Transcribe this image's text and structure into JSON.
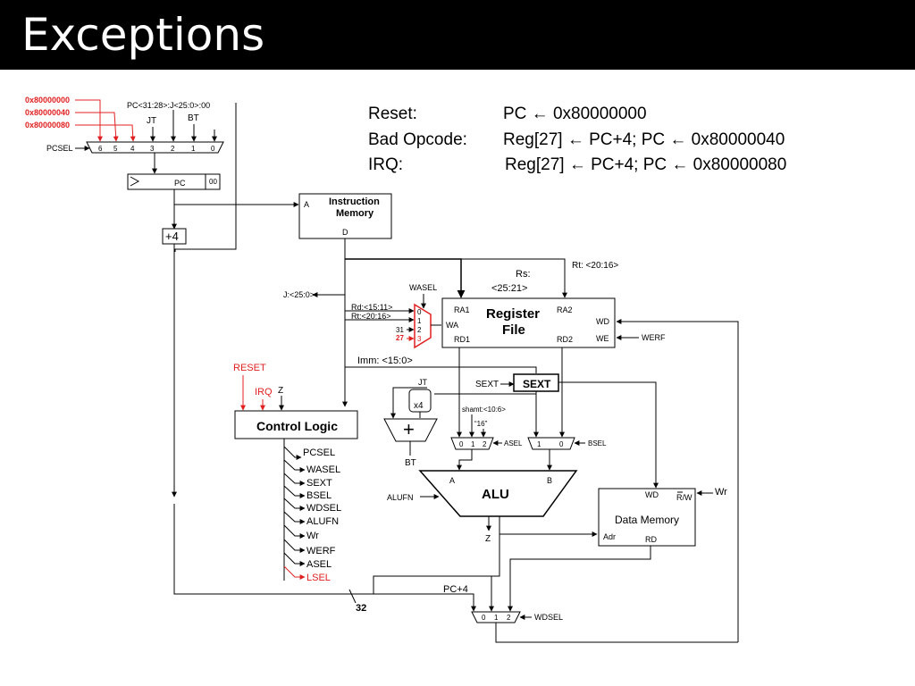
{
  "title": "Exceptions",
  "colors": {
    "title_bar": "#000000",
    "title_text": "#ffffff",
    "highlight": "#e02020",
    "wire": "#000000"
  },
  "exceptions": [
    {
      "name": "Reset:",
      "action": "PC ←  0x80000000"
    },
    {
      "name": "Bad Opcode:",
      "action": "Reg[27] ← PC+4;  PC ← 0x80000040"
    },
    {
      "name": "IRQ:",
      "action": "Reg[27] ← PC+4;  PC ← 0x80000080"
    }
  ],
  "pc_mux": {
    "inputs_red": [
      "0x80000000",
      "0x80000040",
      "0x80000080"
    ],
    "jump_label": "PC<31:28>:J<25:0>:00",
    "jt": "JT",
    "bt": "BT",
    "select": "PCSEL",
    "ports": [
      "6",
      "5",
      "4",
      "3",
      "2",
      "1",
      "0"
    ]
  },
  "pc_reg": {
    "label": "PC",
    "suffix": "00"
  },
  "plus4": "+4",
  "imem": {
    "title1": "Instruction",
    "title2": "Memory",
    "port_a": "A",
    "port_d": "D"
  },
  "field_labels": {
    "rt": "Rt: <20:16>",
    "rs1": "Rs:",
    "rs2": "<25:21>",
    "j": "J:<25:0>",
    "rd": "Rd:<15:11>",
    "rt2": "Rt:<20:16>",
    "n31": "31",
    "n27": "27",
    "imm": "Imm: <15:0>"
  },
  "wa_mux": {
    "select": "WASEL",
    "ports": [
      "0",
      "1",
      "2",
      "3"
    ]
  },
  "regfile": {
    "title1": "Register",
    "title2": "File",
    "ra1": "RA1",
    "ra2": "RA2",
    "wa": "WA",
    "wd": "WD",
    "rd1": "RD1",
    "rd2": "RD2",
    "we": "WE",
    "werf": "WERF"
  },
  "control": {
    "title": "Control Logic",
    "reset": "RESET",
    "irq": "IRQ",
    "z": "Z",
    "outputs": [
      "PCSEL",
      "WASEL",
      "SEXT",
      "BSEL",
      "WDSEL",
      "ALUFN",
      "Wr",
      "WERF",
      "ASEL",
      "LSEL"
    ]
  },
  "sext": {
    "label": "SEXT",
    "in_label": "SEXT"
  },
  "branch": {
    "jt": "JT",
    "x4": "x4",
    "plus": "+",
    "bt": "BT"
  },
  "asel_mux": {
    "shamt": "shamt:<10:6>",
    "sixteen": "“16”",
    "ports": [
      "0",
      "1",
      "2"
    ],
    "select": "ASEL"
  },
  "bsel_mux": {
    "ports": [
      "1",
      "0"
    ],
    "select": "BSEL"
  },
  "alu": {
    "label": "ALU",
    "a": "A",
    "b": "B",
    "alufn": "ALUFN",
    "z": "Z"
  },
  "dmem": {
    "title": "Data Memory",
    "wd": "WD",
    "rw": "R/W",
    "wr": "Wr",
    "adr": "Adr",
    "rd": "RD"
  },
  "wd_mux": {
    "pc4": "PC+4",
    "ports": [
      "0",
      "1",
      "2"
    ],
    "select": "WDSEL"
  },
  "bus_width": "32"
}
